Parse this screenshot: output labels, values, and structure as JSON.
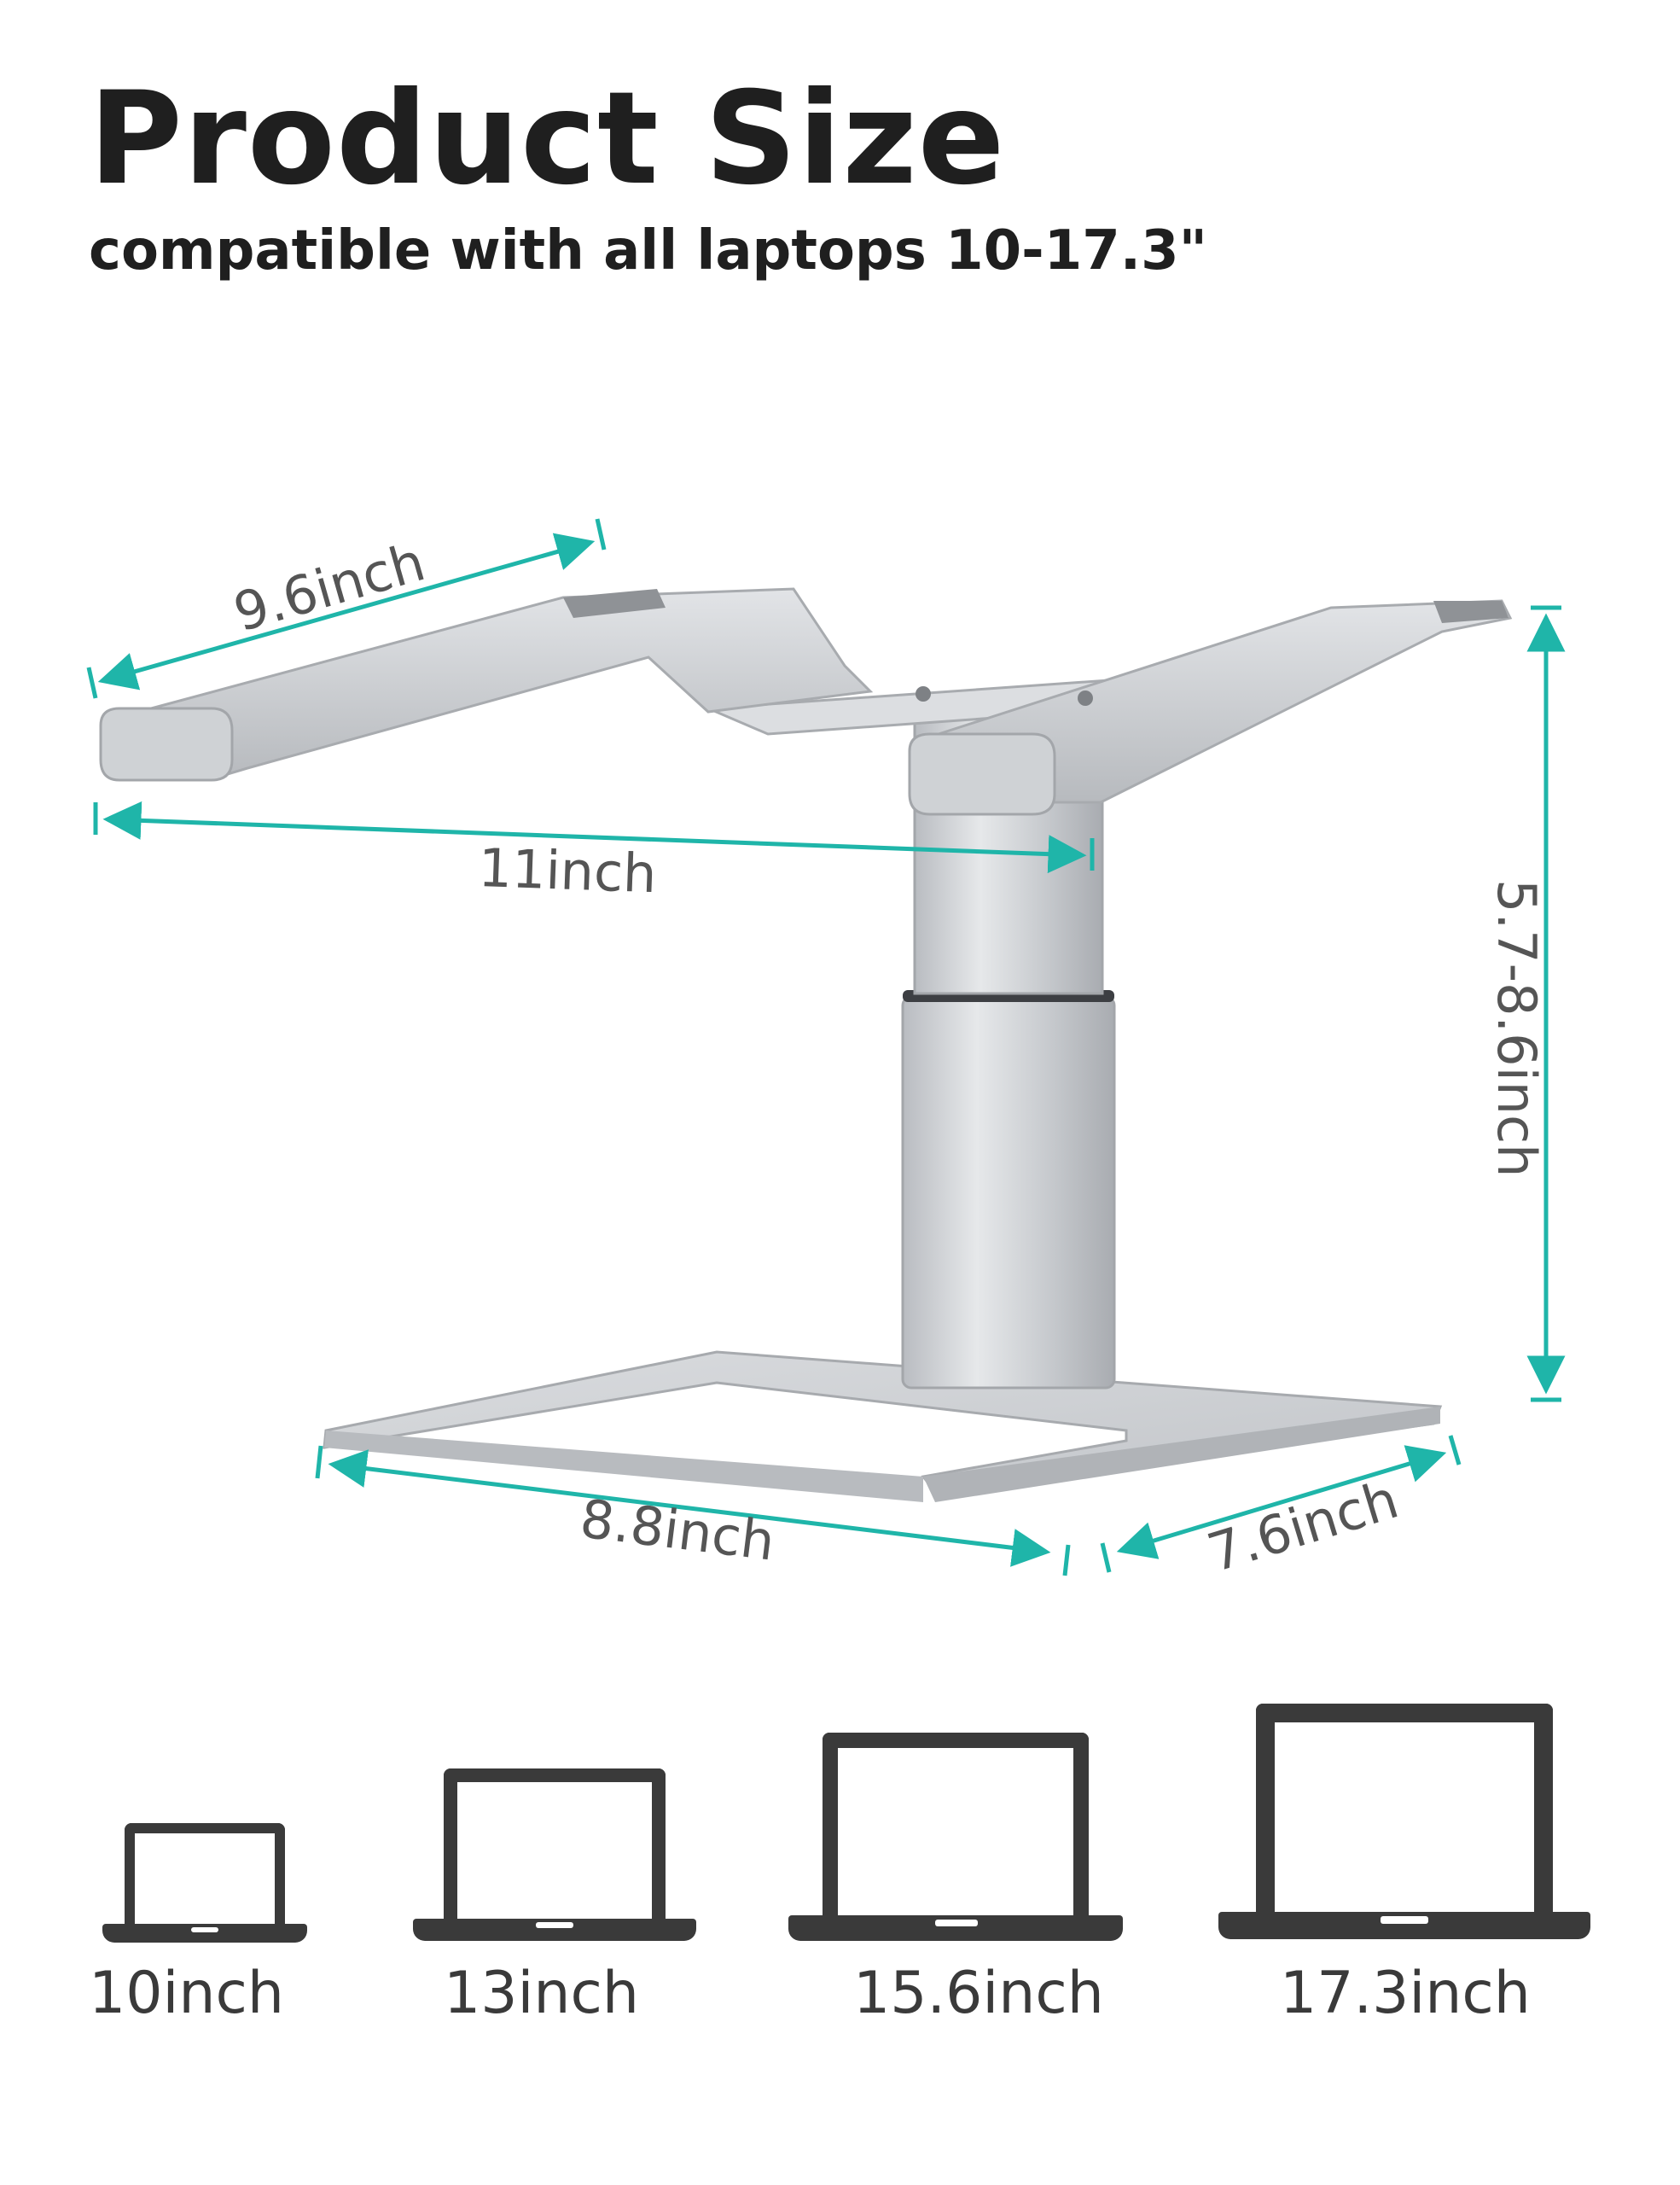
{
  "header": {
    "title": "Product Size",
    "subtitle": "compatible with all laptops 10-17.3\""
  },
  "dimensions": {
    "tray_depth": "9.6inch",
    "tray_width": "11inch",
    "height_range": "5.7-8.6inch",
    "base_width": "8.8inch",
    "base_depth": "7.6inch"
  },
  "compatible_sizes": [
    {
      "label": "10inch"
    },
    {
      "label": "13inch"
    },
    {
      "label": "15.6inch"
    },
    {
      "label": "17.3inch"
    }
  ],
  "colors": {
    "dimension_line": "#1fb5a9",
    "product": "#c9ccd0",
    "icon": "#3a3a3a",
    "text": "#1f1f1f"
  }
}
